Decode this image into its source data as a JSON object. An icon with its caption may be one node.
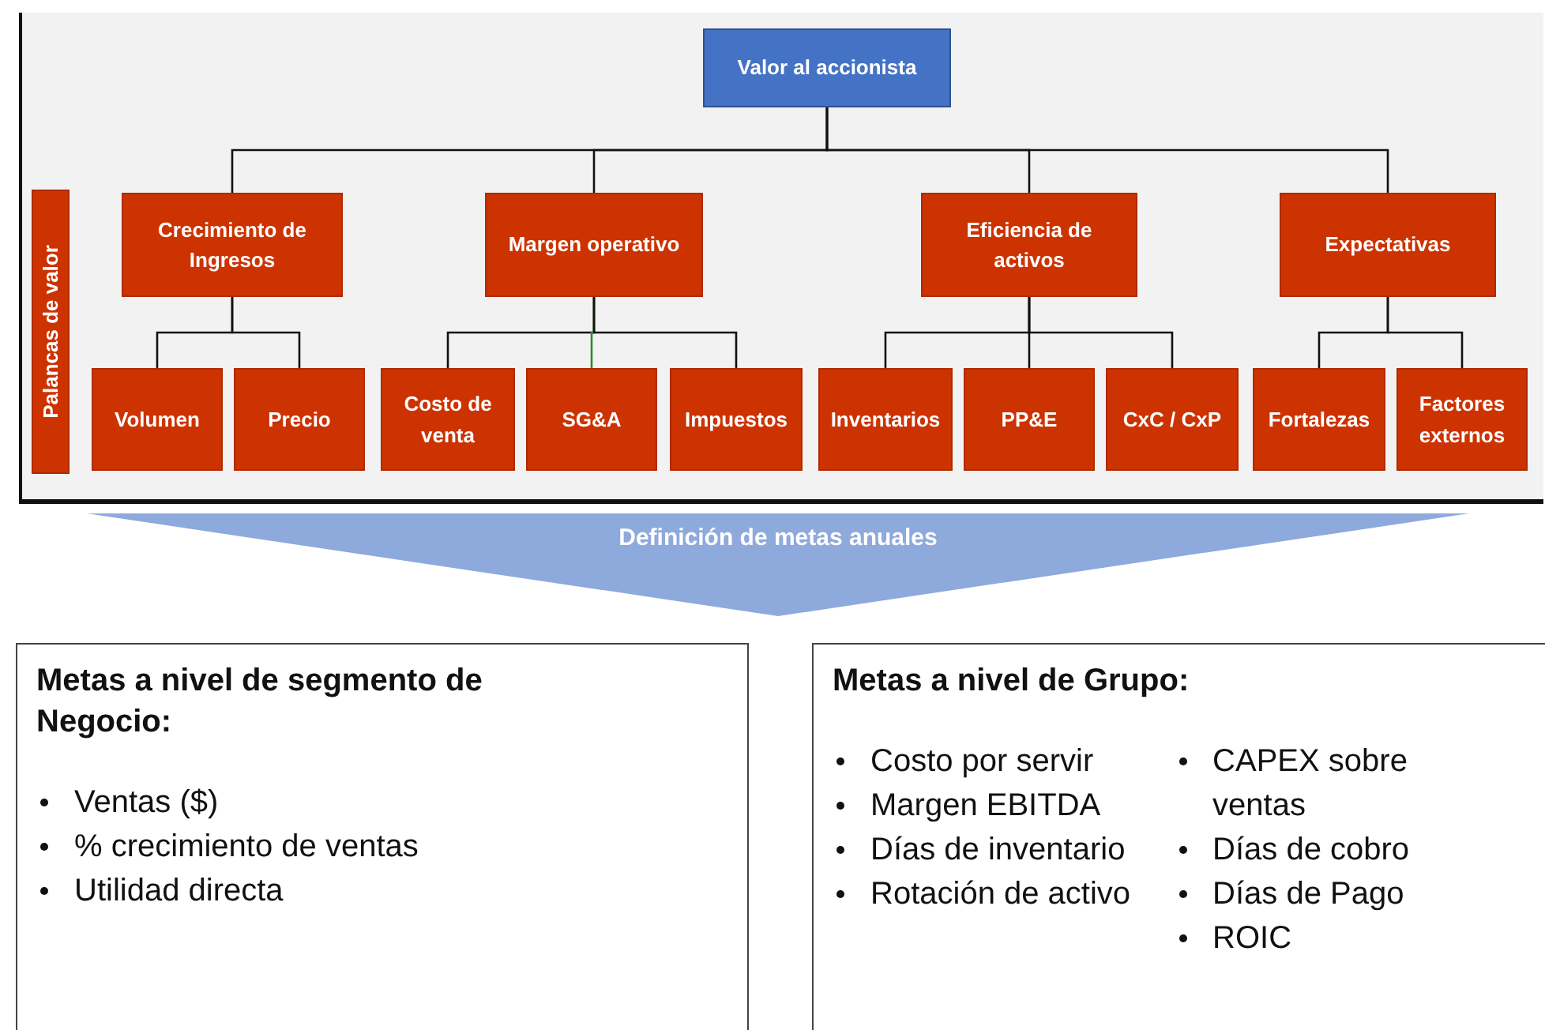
{
  "diagram": {
    "nodes": [
      {
        "text": [
          "Valor al accionista"
        ]
      },
      {
        "text": [
          "Crecimiento de Ingresos"
        ]
      },
      {
        "text": [
          "Margen operativo"
        ]
      },
      {
        "text": [
          "Eficiencia de activos"
        ]
      },
      {
        "text": [
          "Expectativas"
        ]
      },
      {
        "text": [
          "Volumen"
        ]
      },
      {
        "text": [
          "Precio"
        ]
      },
      {
        "text": [
          "Costo de venta"
        ]
      },
      {
        "text": [
          "SG&A"
        ]
      },
      {
        "text": [
          "Impuestos"
        ]
      },
      {
        "text": [
          "Inventarios"
        ]
      },
      {
        "text": [
          "PP&E"
        ]
      },
      {
        "text": [
          "CxC / CxP"
        ]
      },
      {
        "text": [
          "Fortalezas"
        ]
      },
      {
        "text": [
          "Factores externos"
        ]
      },
      {
        "text": [
          "Palancas de valor"
        ]
      },
      {
        "text": [
          "Definición de metas anuales"
        ]
      },
      {
        "text": [
          "Metas a nivel de segmento de Negocio:",
          "Ventas ($)",
          "% crecimiento de ventas",
          "Utilidad directa"
        ]
      },
      {
        "text": [
          "Metas a nivel de Grupo:",
          "Costo por servir",
          "Margen EBITDA",
          "Días de inventario",
          "Rotación de activo",
          "CAPEX sobre ventas",
          "Días de cobro",
          "Días de Pago",
          "ROIC"
        ]
      }
    ],
    "edges": [
      {
        "from": 0,
        "to": 1,
        "arrow": "none"
      },
      {
        "from": 0,
        "to": 2,
        "arrow": "none"
      },
      {
        "from": 0,
        "to": 3,
        "arrow": "none"
      },
      {
        "from": 0,
        "to": 4,
        "arrow": "none"
      },
      {
        "from": 1,
        "to": 5,
        "arrow": "none"
      },
      {
        "from": 1,
        "to": 6,
        "arrow": "none"
      },
      {
        "from": 2,
        "to": 7,
        "arrow": "none"
      },
      {
        "from": 2,
        "to": 8,
        "arrow": "none",
        "color": "#2e8b2e"
      },
      {
        "from": 2,
        "to": 9,
        "arrow": "none"
      },
      {
        "from": 3,
        "to": 10,
        "arrow": "none"
      },
      {
        "from": 3,
        "to": 11,
        "arrow": "none"
      },
      {
        "from": 3,
        "to": 12,
        "arrow": "none"
      },
      {
        "from": 4,
        "to": 13,
        "arrow": "none"
      },
      {
        "from": 4,
        "to": 14,
        "arrow": "none"
      }
    ]
  }
}
